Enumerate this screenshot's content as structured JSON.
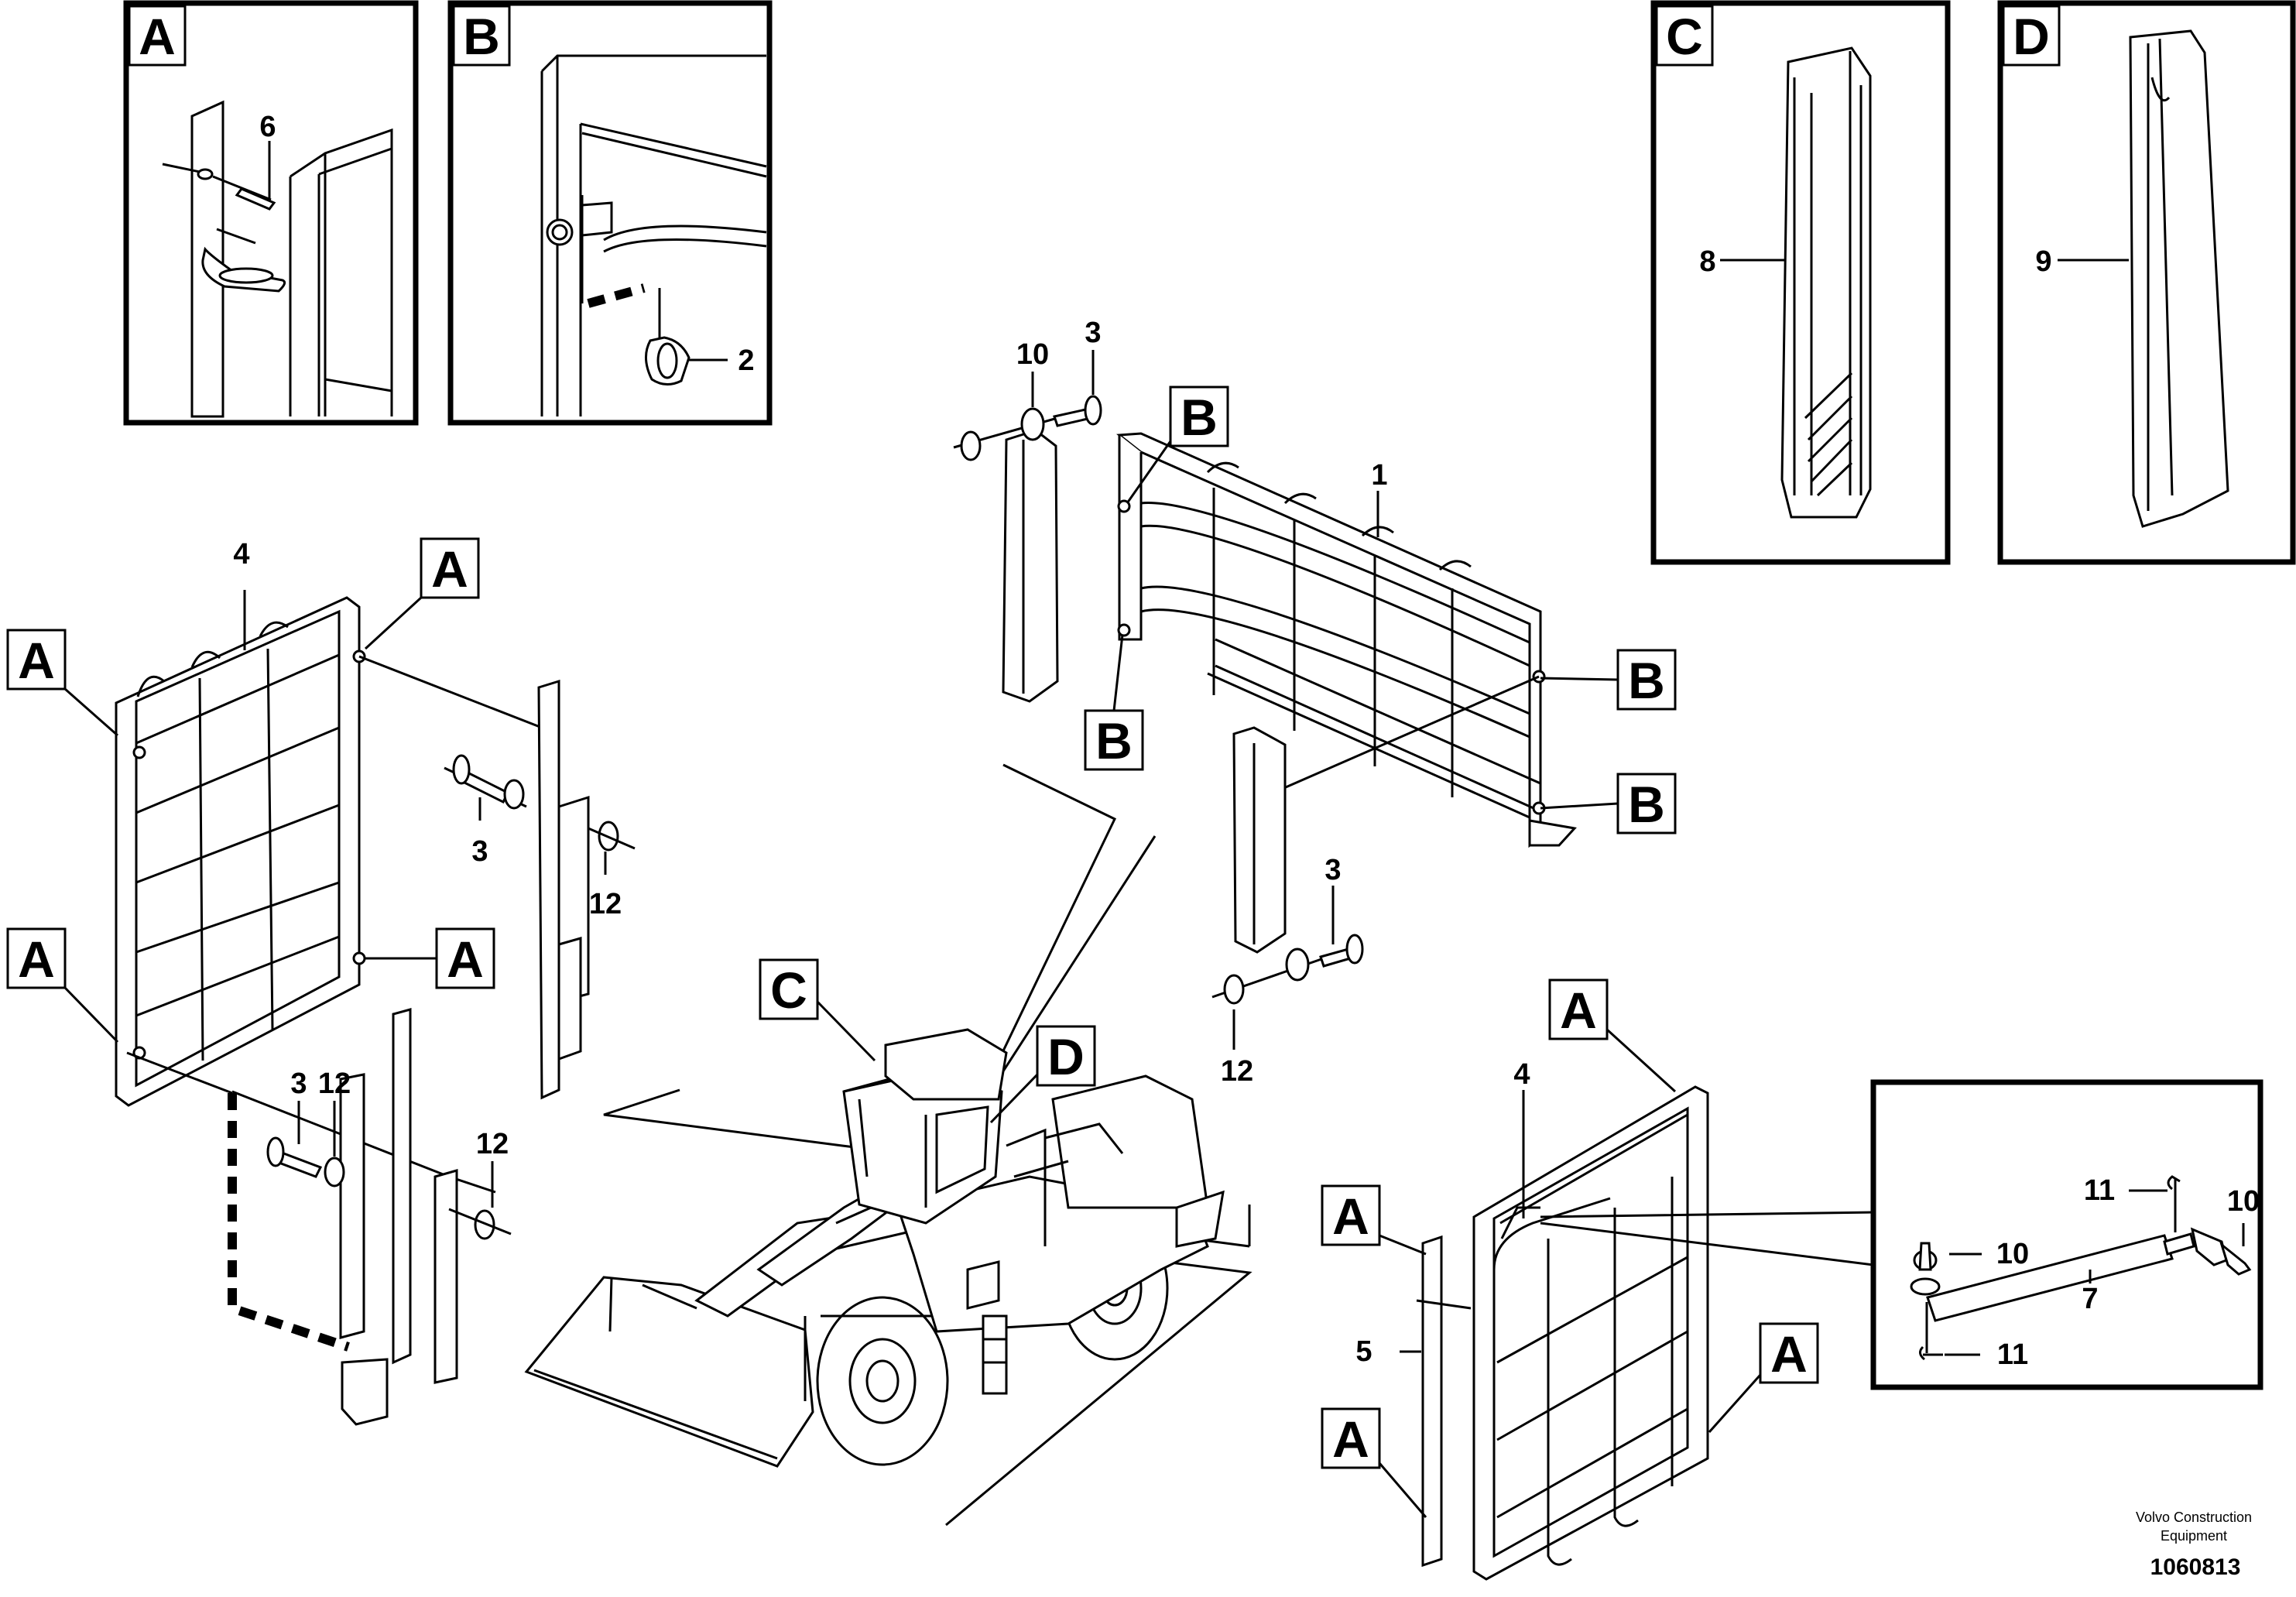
{
  "detail_labels": {
    "a": "A",
    "b": "B",
    "c": "C",
    "d": "D"
  },
  "part_numbers": {
    "p1": "1",
    "p2": "2",
    "p3": "3",
    "p4": "4",
    "p5": "5",
    "p6": "6",
    "p7": "7",
    "p8": "8",
    "p9": "9",
    "p10": "10",
    "p11": "11",
    "p12": "12"
  },
  "footer": {
    "company_line1": "Volvo Construction",
    "company_line2": "Equipment",
    "drawing_number": "1060813"
  }
}
